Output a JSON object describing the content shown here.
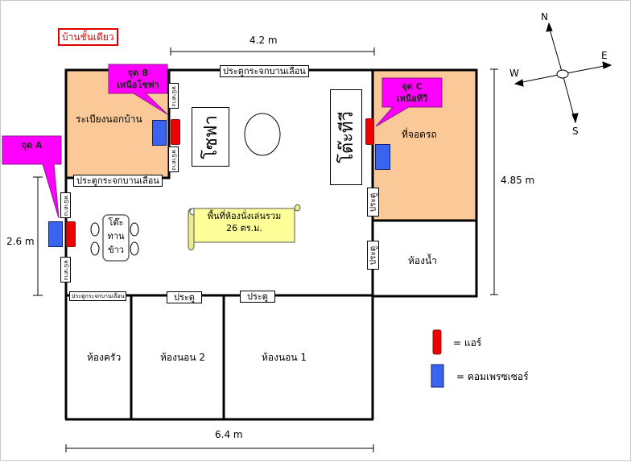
{
  "title": "บ้านชั้นเดียว",
  "dimensions": {
    "top": "4.2 m",
    "right": "4.85 m",
    "left": "2.6 m",
    "bottom": "6.4 m"
  },
  "compass": {
    "north": "N",
    "south": "S",
    "east": "E",
    "west": "W"
  },
  "rooms": {
    "terrace": "ระเบียงนอกบ้าน",
    "garage": "ที่จอดรถ",
    "bathroom": "ห้องน้ำ",
    "kitchen": "ห้องครัว",
    "bedroom2": "ห้องนอน 2",
    "bedroom1": "ห้องนอน 1"
  },
  "living_area_scroll": {
    "line1": "พื้นที่ห้องนั่งเล่นรวม",
    "line2": "26 ตร.ม."
  },
  "doors": {
    "top_sliding": "ประตูกระจกบานเลื่อน",
    "terrace_sliding": "ประตูกระจกบานเลื่อน",
    "kitchen_sliding": "ประตูกระจกบานเลื่อน",
    "bedroom2_door": "ประตู",
    "bedroom1_door": "ประตู",
    "garage_door": "ประตู",
    "bathroom_door": "ประตู"
  },
  "windows": {
    "label": "หน้าต่าง"
  },
  "furniture": {
    "sofa": "โซฟา",
    "tv_table": "โต๊ะทีวี",
    "dining_table_lines": [
      "โต๊ะ",
      "ทาน",
      "ข้าว"
    ]
  },
  "callouts": {
    "a": {
      "line1": "จุด A",
      "line2": ""
    },
    "b": {
      "line1": "จุด B",
      "line2": "เหนือโซฟา"
    },
    "c": {
      "line1": "จุด C",
      "line2": "เหนือทีวี"
    }
  },
  "legend": {
    "ac_label": "= แอร์",
    "pc_label": "= คอมเพรซเซอร์"
  },
  "colors": {
    "wall": "#000000",
    "terrace_fill": "#fbc997",
    "callout_fill": "#ff00ff",
    "ac": "#ee0000",
    "compressor": "#3a63f0",
    "scroll_fill": "#ffff99",
    "title_border": "#e00000"
  }
}
